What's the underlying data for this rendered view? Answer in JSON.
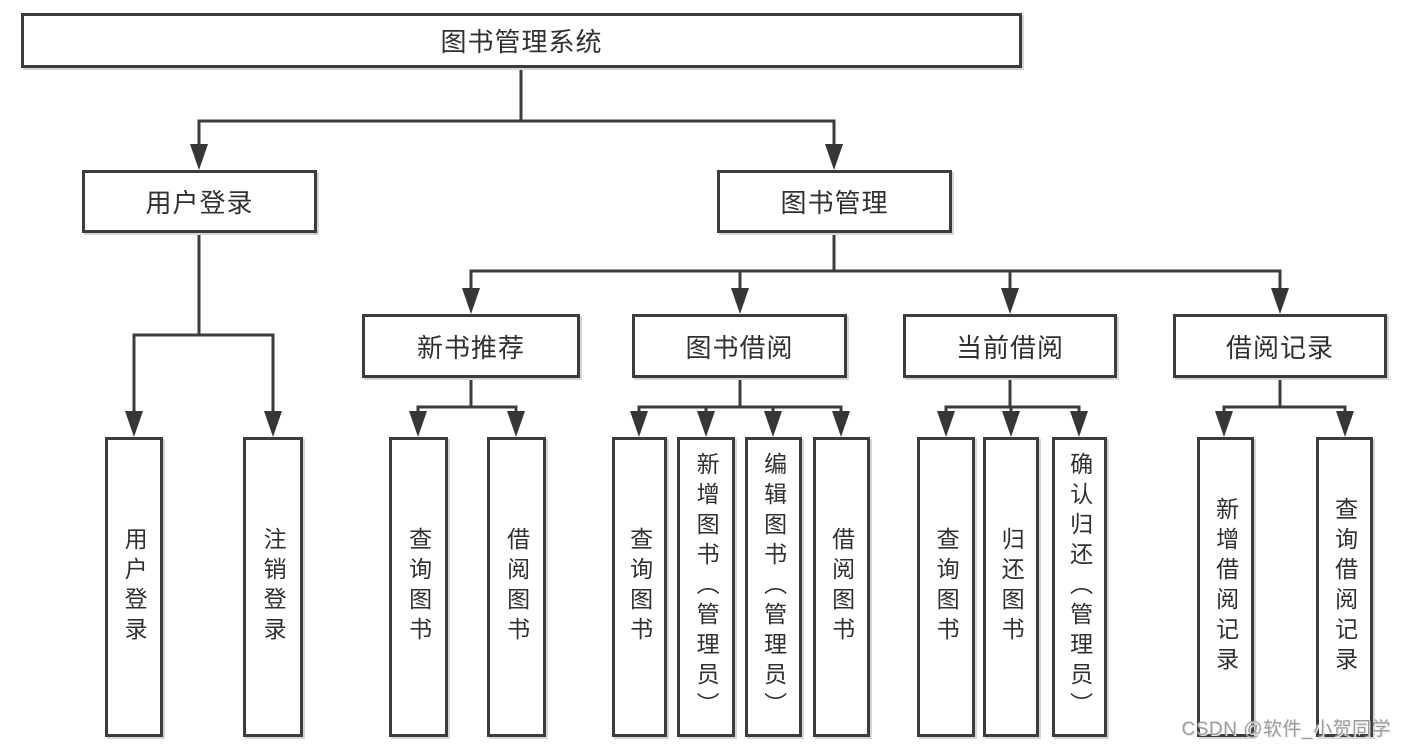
{
  "tree": {
    "label": "图书管理系统",
    "children": [
      {
        "label": "用户登录",
        "children": [
          {
            "label": "用户登录"
          },
          {
            "label": "注销登录"
          }
        ]
      },
      {
        "label": "图书管理",
        "children": [
          {
            "label": "新书推荐",
            "children": [
              {
                "label": "查询图书"
              },
              {
                "label": "借阅图书"
              }
            ]
          },
          {
            "label": "图书借阅",
            "children": [
              {
                "label": "查询图书"
              },
              {
                "label": "新增图书（管理员）"
              },
              {
                "label": "编辑图书（管理员）"
              },
              {
                "label": "借阅图书"
              }
            ]
          },
          {
            "label": "当前借阅",
            "children": [
              {
                "label": "查询图书"
              },
              {
                "label": "归还图书"
              },
              {
                "label": "确认归还（管理员）"
              }
            ]
          },
          {
            "label": "借阅记录",
            "children": [
              {
                "label": "新增借阅记录"
              },
              {
                "label": "查询借阅记录"
              }
            ]
          }
        ]
      }
    ]
  },
  "watermark": {
    "text": "CSDN @软件_小贺同学"
  },
  "colors": {
    "line": "#3c3c3c",
    "box_border": "#3c3c3c",
    "text": "#303030",
    "background": "#ffffff",
    "watermark": "#9d9d9d"
  }
}
